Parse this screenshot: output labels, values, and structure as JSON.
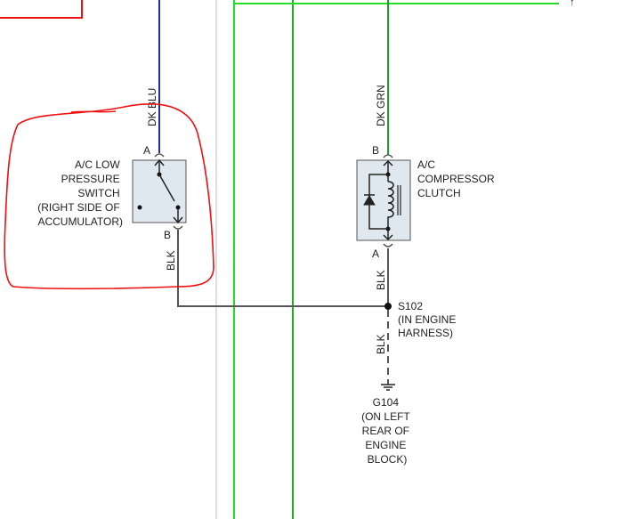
{
  "low_pressure_switch": {
    "name_lines": [
      "A/C LOW",
      "PRESSURE",
      "SWITCH",
      "(RIGHT SIDE OF",
      "ACCUMULATOR)"
    ],
    "pin_top": "A",
    "pin_bottom": "B",
    "wire_in": "DK BLU",
    "wire_out": "BLK"
  },
  "compressor_clutch": {
    "name_lines": [
      "A/C",
      "COMPRESSOR",
      "CLUTCH"
    ],
    "pin_top": "B",
    "pin_bottom": "A",
    "wire_in": "DK GRN",
    "wire_out": "BLK"
  },
  "splice": {
    "name_lines": [
      "S102",
      "(IN ENGINE",
      "HARNESS)"
    ]
  },
  "ground": {
    "wire": "BLK",
    "name_lines": [
      "G104",
      "(ON LEFT",
      "REAR OF",
      "ENGINE",
      "BLOCK)"
    ]
  },
  "colors": {
    "dk_blu": "#1f2fa0",
    "dk_grn": "#1e9e2e",
    "bright_green": "#22dd22",
    "red_wire": "#ee1111",
    "annotation": "#ee1111",
    "wire_black": "#555555",
    "component_fill": "#dfe8ee"
  }
}
